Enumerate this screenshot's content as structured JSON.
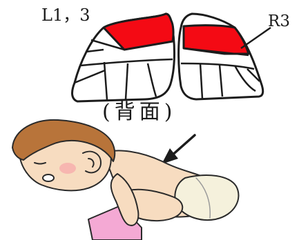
{
  "labels": {
    "left_segments": "L1，3",
    "right_segment": "R3",
    "caption": "(背面)"
  },
  "colors": {
    "highlight": "#f40a14",
    "outline": "#1c1c1c",
    "hair": "#b8743a",
    "skin": "#f7dcc0",
    "diaper": "#f5f1dc",
    "shirt": "#f4a9d4"
  },
  "icons": {
    "arrow": "down-left-arrow-icon"
  }
}
